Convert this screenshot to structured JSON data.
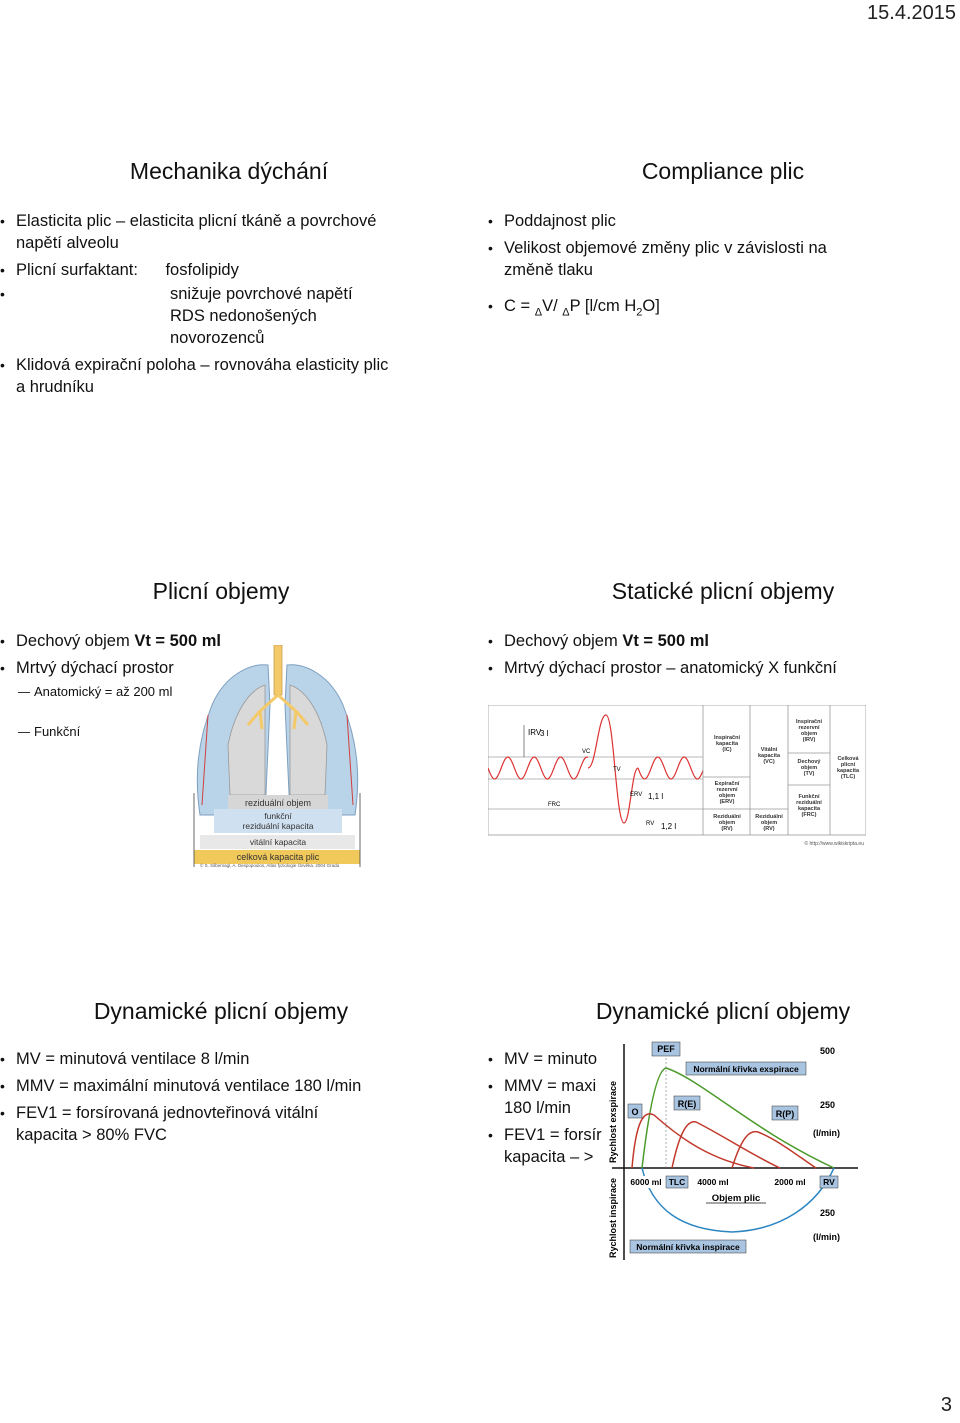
{
  "header": {
    "date": "15.4.2015"
  },
  "footer": {
    "page_number": "3"
  },
  "s1": {
    "title": "Mechanika dýchání",
    "b1": "Elasticita plic – elasticita plicní tkáně a povrchové napětí alveolu",
    "b2": "Plicní surfaktant:      fosfolipidy",
    "b2_l1": "snižuje povrchové napětí",
    "b2_l2": "RDS nedonošených",
    "b2_l3": "novorozenců",
    "b3": "Klidová expirační poloha – rovnováha elasticity plic a hrudníku"
  },
  "s2": {
    "title": "Compliance plic",
    "b1": "Poddajnost plic",
    "b2": "Velikost objemové změny plic v závislosti na změně tlaku",
    "f_c": "C = ",
    "f_d1": "Δ",
    "f_v": "V/ ",
    "f_d2": "Δ",
    "f_p": "P [l/cm H",
    "f_2": "2",
    "f_o": "O]"
  },
  "s3": {
    "title": "Plicní objemy",
    "b1_pre": "Dechový objem ",
    "b1_bold": "Vt = 500 ml",
    "b2": "Mrtvý dýchací prostor",
    "sub1": "Anatomický = až 200 ml",
    "sub2": "Funkční",
    "fig": {
      "bar1": "reziduální objem",
      "bar2a": "funkční",
      "bar2b": "reziduální kapacita",
      "bar3": "vitální kapacita",
      "bar4": "celková kapacita plic",
      "credit": "© S. Silbernagl, A. Despopoulos, Atlas fyziologie člověka, 2004 Grada"
    }
  },
  "s4": {
    "title": "Statické plicní objemy",
    "b1_pre": "Dechový objem ",
    "b1_bold": "Vt = 500 ml",
    "b2": "Mrtvý dýchací prostor – anatomický X funkční",
    "fig": {
      "irv": "IRV",
      "v3": "3 l",
      "vc": "VC",
      "tv": "TV",
      "erv": "ERV",
      "frc": "FRC",
      "rv": "RV",
      "v11": "1,1 l",
      "v12": "1,2 l",
      "ic1": "Inspirační",
      "ic2": "kapacita",
      "ic3": "(IC)",
      "vcl1": "Vitální",
      "vcl2": "kapacita",
      "vcl3": "(VC)",
      "irvl1": "Inspirační",
      "irvl2": "rezervní",
      "irvl3": "objem",
      "irvl4": "(IRV)",
      "tvl1": "Dechový",
      "tvl2": "objem",
      "tvl3": "(TV)",
      "tlc1": "Celková",
      "tlc2": "plicní",
      "tlc3": "kapacita",
      "tlc4": "(TLC)",
      "ervl1": "Expirační",
      "ervl2": "rezervní",
      "ervl3": "objem",
      "ervl4": "(ERV)",
      "frcl1": "Funkční",
      "frcl2": "reziduální",
      "frcl3": "kapacita",
      "frcl4": "(FRC)",
      "rvl1": "Reziduální",
      "rvl2": "objem",
      "rvl3": "(RV)",
      "rvm1": "Reziduální",
      "rvm2": "objem",
      "rvm3": "(RV)",
      "credit": "© http://www.wikiskripta.eu"
    }
  },
  "s5": {
    "title": "Dynamické plicní objemy",
    "b1": "MV = minutová ventilace 8 l/min",
    "b2": "MMV = maximální minutová ventilace 180 l/min",
    "b3": "FEV1 = forsírovaná jednovteřinová vitální kapacita > 80% FVC"
  },
  "s6": {
    "title": "Dynamické plicní objemy",
    "b1": "MV = minuto",
    "b2": "MMV = maxi",
    "b2b": "180 l/min",
    "b3": "FEV1 = forsír",
    "b3b": "kapacita – > ",
    "fig": {
      "pef": "PEF",
      "normexp": "Normální křivka exspirace",
      "v500": "500",
      "v250": "250",
      "unit1": "(l/min)",
      "o": "O",
      "re": "R(E)",
      "rp": "R(P)",
      "yexp": "Rychlost exspirace",
      "x6000": "6000 ml",
      "tlc": "TLC",
      "x4000": "4000 ml",
      "x2000": "2000 ml",
      "rv": "RV",
      "xlabel": "Objem plic",
      "yinsp": "Rychlost inspirace",
      "v250b": "250",
      "unit2": "(l/min)",
      "norminsp": "Normální křivka inspirace"
    }
  }
}
